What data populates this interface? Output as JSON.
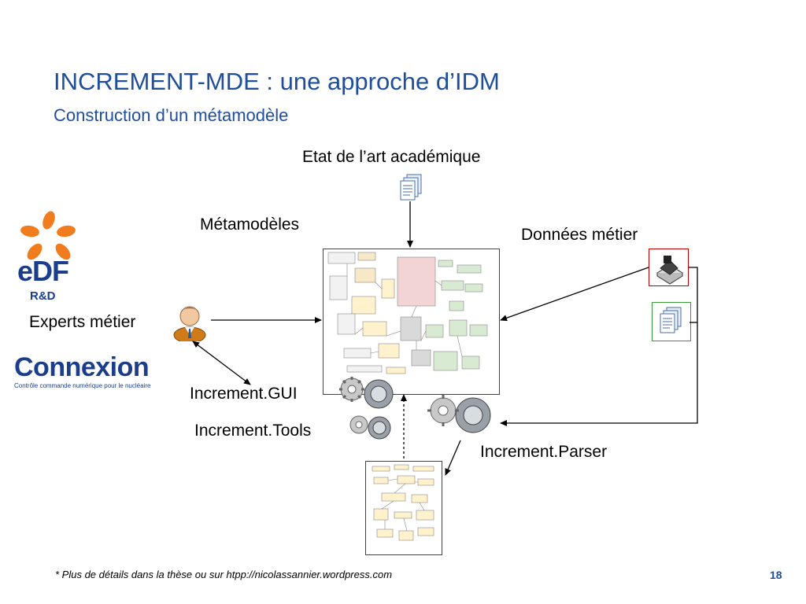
{
  "header": {
    "title": "INCREMENT-MDE : une approche d’IDM",
    "subtitle": "Construction d’un métamodèle"
  },
  "diagram": {
    "etat_art": "Etat de l’art académique",
    "metamodeles": "Métamodèles",
    "donnees_metier": "Données métier",
    "experts_metier": "Experts métier",
    "increment_gui": "Increment.GUI",
    "increment_tools": "Increment.Tools",
    "increment_parser": "Increment.Parser"
  },
  "logos": {
    "edf_text": "eDF",
    "edf_rd": "R&D",
    "connexion_text": "Connexion",
    "connexion_tagline": "Contrôle commande numérique pour le nucléaire"
  },
  "footer": {
    "note": "* Plus de détails dans la thèse ou sur htpp://nicolassannier.wordpress.com",
    "page": "18"
  },
  "colors": {
    "title": "#1f4e9c",
    "edf_orange": "#f07c1e",
    "edf_blue": "#1a3e8c"
  },
  "icons": [
    "document-stack-icon",
    "person-icon",
    "gear-icon",
    "database-icon"
  ]
}
